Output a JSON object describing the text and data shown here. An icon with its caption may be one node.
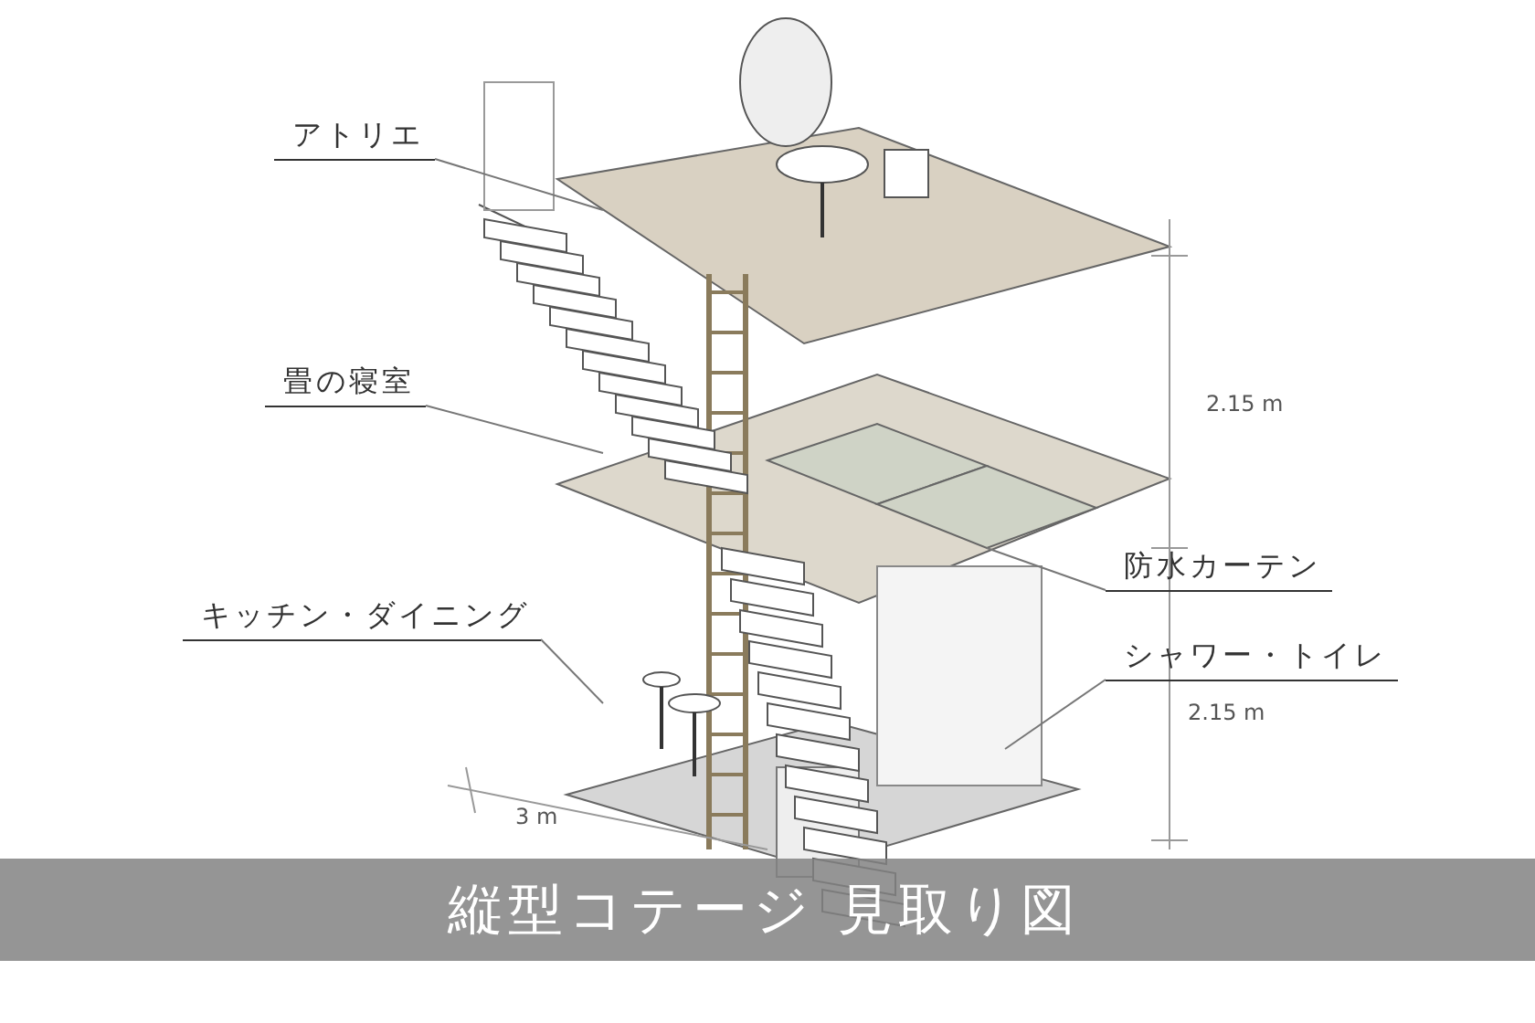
{
  "diagram": {
    "caption": "縦型コテージ 見取り図",
    "nodes": [
      {
        "text": [
          "アトリエ"
        ]
      },
      {
        "text": [
          "畳の寝室"
        ]
      },
      {
        "text": [
          "キッチン・ダイニング"
        ]
      },
      {
        "text": [
          "防水カーテン"
        ]
      },
      {
        "text": [
          "シャワー・トイレ"
        ]
      }
    ],
    "edges": [
      {
        "from": 0,
        "to": null,
        "arrow": "none"
      },
      {
        "from": 1,
        "to": null,
        "arrow": "none"
      },
      {
        "from": 2,
        "to": null,
        "arrow": "none"
      },
      {
        "from": 3,
        "to": null,
        "arrow": "none"
      },
      {
        "from": 4,
        "to": null,
        "arrow": "none"
      }
    ],
    "labels": [
      "2.15 m",
      "2.15 m",
      "3 m"
    ]
  }
}
